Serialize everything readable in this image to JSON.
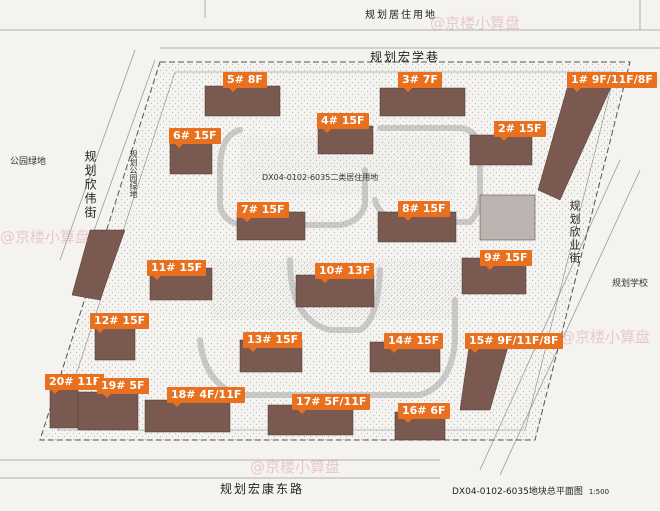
{
  "labels": {
    "road_top_residential": "规划居住用地",
    "road_top": "规划宏学巷",
    "road_left": "规划欣伟街",
    "road_bottom": "规划宏康东路",
    "road_right": "规划欣业街",
    "park_left": "公园绿地",
    "park_inner": "规划公园绿地",
    "school": "规划学校",
    "site_code": "DX04-0102-6035二类居住用地",
    "drawing_title": "DX04-0102-6035地块总平面图",
    "scale": "1:500",
    "watermark": "@京楼小算盘"
  },
  "buildings": [
    {
      "id": "b5",
      "label": "5# 8F"
    },
    {
      "id": "b3",
      "label": "3# 7F"
    },
    {
      "id": "b1",
      "label": "1# 9F/11F/8F"
    },
    {
      "id": "b4",
      "label": "4# 15F"
    },
    {
      "id": "b6",
      "label": "6# 15F"
    },
    {
      "id": "b2",
      "label": "2# 15F"
    },
    {
      "id": "b7",
      "label": "7# 15F"
    },
    {
      "id": "b8",
      "label": "8# 15F"
    },
    {
      "id": "b9",
      "label": "9# 15F"
    },
    {
      "id": "b10",
      "label": "10# 13F"
    },
    {
      "id": "b11",
      "label": "11# 15F"
    },
    {
      "id": "b12",
      "label": "12# 15F"
    },
    {
      "id": "b13",
      "label": "13# 15F"
    },
    {
      "id": "b14",
      "label": "14# 15F"
    },
    {
      "id": "b15",
      "label": "15# 9F/11F/8F"
    },
    {
      "id": "b20",
      "label": "20# 11F"
    },
    {
      "id": "b19",
      "label": "19# 5F"
    },
    {
      "id": "b18",
      "label": "18# 4F/11F"
    },
    {
      "id": "b17",
      "label": "17# 5F/11F"
    },
    {
      "id": "b16",
      "label": "16# 6F"
    }
  ],
  "colors": {
    "tag": "#e8701f",
    "building": "#7a5a50",
    "road": "#c8c8c8",
    "background": "#f4f3f0"
  }
}
